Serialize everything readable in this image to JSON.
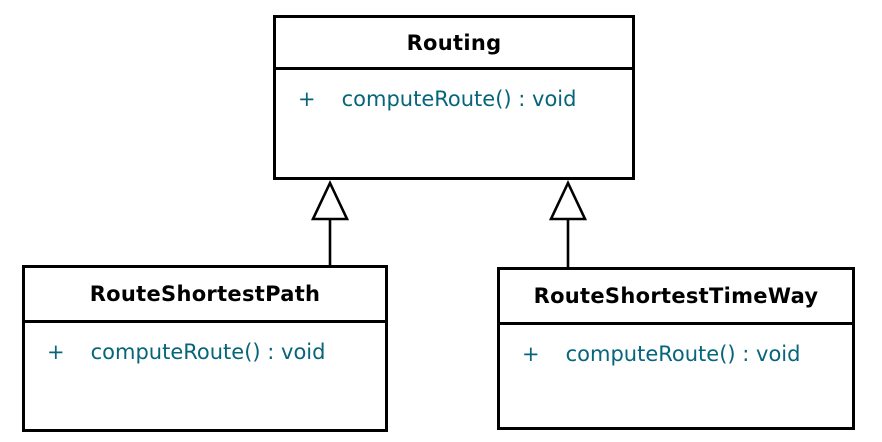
{
  "diagram": {
    "type": "uml-class-diagram",
    "classes": [
      {
        "name": "Routing",
        "methods": [
          {
            "visibility": "+",
            "signature": "computeRoute() : void"
          }
        ]
      },
      {
        "name": "RouteShortestPath",
        "methods": [
          {
            "visibility": "+",
            "signature": "computeRoute() : void"
          }
        ]
      },
      {
        "name": "RouteShortestTimeWay",
        "methods": [
          {
            "visibility": "+",
            "signature": "computeRoute() : void"
          }
        ]
      }
    ],
    "relationships": [
      {
        "type": "generalization",
        "from": "RouteShortestPath",
        "to": "Routing"
      },
      {
        "type": "generalization",
        "from": "RouteShortestTimeWay",
        "to": "Routing"
      }
    ],
    "colors": {
      "box_border": "#000000",
      "box_background": "#ffffff",
      "title_text": "#000000",
      "method_text": "#066579",
      "arrow_stroke": "#000000",
      "arrow_fill": "#ffffff"
    }
  }
}
